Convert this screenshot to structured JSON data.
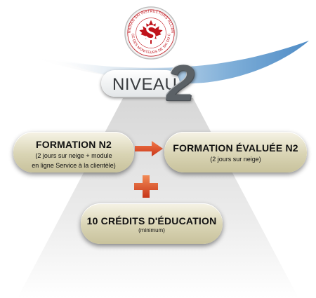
{
  "logo": {
    "ring_text_top": "CANADIAN SKI INSTRUCTORS' ALLIANCE",
    "ring_text_bottom": "ALLIANCE DES MONITEURS DE SKI DU CANADA",
    "colors": {
      "red": "#c0131b",
      "white": "#ffffff"
    }
  },
  "level": {
    "word": "NIVEAU",
    "number": "2"
  },
  "steps": {
    "formation": {
      "title": "FORMATION N2",
      "sub_line1": "(2 jours sur neige + module",
      "sub_line2": "en ligne Service à la clientèle)"
    },
    "evaluee": {
      "title": "FORMATION ÉVALUÉE N2",
      "sub": "(2 jours sur neige)"
    },
    "credits": {
      "title": "10 CRÉDITS D'ÉDUCATION",
      "sub": "(minimum)"
    }
  },
  "connectors": {
    "arrow_icon": "arrow-right-icon",
    "plus_icon": "plus-icon",
    "arrow_color": "#e2461f",
    "plus_color": "#e2461f"
  },
  "colors": {
    "swoosh_blue": "#6aa0d0",
    "box_fill": "#d9d4b4",
    "slope_gray": "#e6e6e6"
  }
}
